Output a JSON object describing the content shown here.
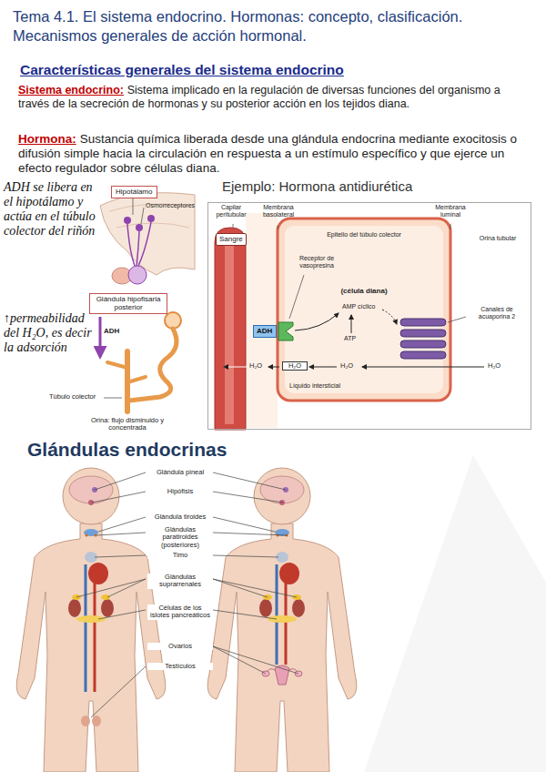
{
  "diagram": {
    "title": "Tema 4.1. El sistema endocrino. Hormonas: concepto, clasificación. Mecanismos generales de acción hormonal.",
    "nodes": [
      {
        "text": [
          "Hipotálamo"
        ]
      },
      {
        "text": [
          "Ejemplo: Hormona antidiurética"
        ]
      },
      {
        "text": [
          "Sangre"
        ],
        "in": 1
      },
      {
        "text": [
          "ADH"
        ],
        "in": 1
      },
      {
        "text": [
          "Glándula hipofisaria posterior"
        ]
      }
    ],
    "labels": [
      "Características generales del sistema endocrino",
      "Sistema endocrino:",
      "Sistema implicado en la regulación de diversas funciones del organismo a través de la secreción de hormonas y su posterior acción en los tejidos diana.",
      "Hormona:",
      "Sustancia química liberada desde una glándula endocrina mediante exocitosis o difusión simple hacia la circulación en respuesta a un estímulo específico y que ejerce un efecto regulador sobre células diana.",
      "ADH se libera en el hipotálamo y actúa en el túbulo colector del riñón",
      "Osmorreceptores",
      "↑permeabilidad del H₂O, es decir la adsorción",
      "ADH",
      "Túbulo colector",
      "Orina: flujo disminuido y concentrada",
      "Capilar peritubular",
      "Membrana basolateral",
      "Membrana luminal",
      "Epitelio del túbulo colector",
      "Orina tubular",
      "Receptor de vasopresina",
      "(célula diana)",
      "AMP cíclico",
      "Canales de acuaporina 2",
      "ATP",
      "H₂O",
      "H₂O",
      "H₂O",
      "H₂O",
      "Líquido intersticial",
      "Glándulas endocrinas",
      "Glándula pineal",
      "Hipófisis",
      "Glándula tiroides",
      "Glándulas paratiroides (posteriores)",
      "Timo",
      "Glándulas suprarrenales",
      "Células de los islotes pancreáticos",
      "Ovarios",
      "Testículos"
    ]
  }
}
